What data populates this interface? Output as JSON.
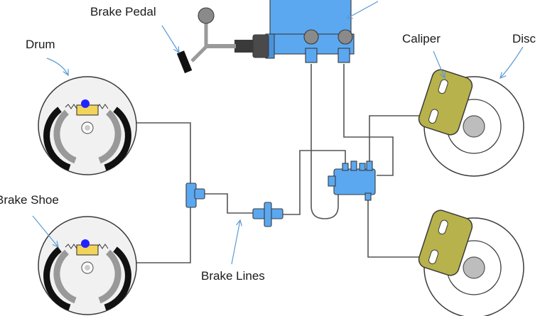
{
  "labels": {
    "brake_pedal": "Brake Pedal",
    "drum": "Drum",
    "caliper": "Caliper",
    "disc": "Disc",
    "brake_shoe": "Brake Shoe",
    "brake_lines": "Brake Lines"
  },
  "colors": {
    "master_cylinder": "#5ba8f0",
    "caliper": "#b8b24c",
    "wheel_cylinder": "#f2d45a",
    "brake_line": "#555555",
    "callout_arrow": "#5b9bd5",
    "shoe_lining": "#111111",
    "drum_face": "#f1f1f1"
  },
  "icons": {
    "pedal": "brake-pedal-icon",
    "master_cylinder": "master-cylinder-icon",
    "wheel_cylinder": "wheel-cylinder-icon",
    "caliper": "caliper-icon"
  }
}
